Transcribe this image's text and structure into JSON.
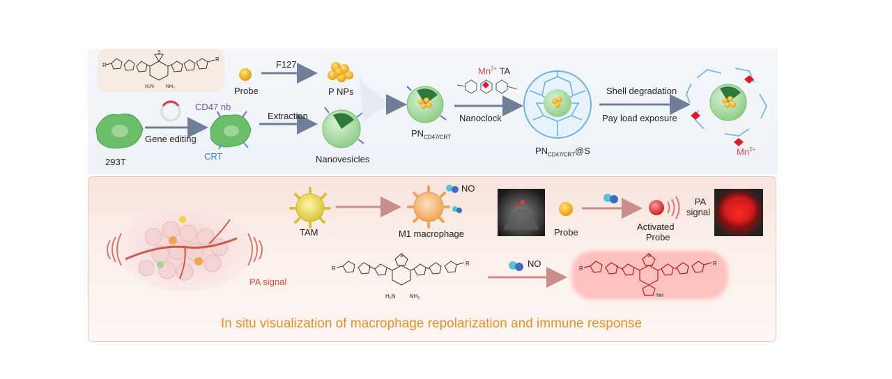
{
  "top": {
    "probe": "Probe",
    "f127": "F127",
    "p_nps": "P NPs",
    "cd47_nb": "CD47 nb",
    "extraction": "Extraction",
    "gene_editing": "Gene editing",
    "cell_293t": "293T",
    "crt": "CRT",
    "nanovesicles": "Nanovesicles",
    "pn_main": "PN",
    "pn_sub": "CD47/CRT",
    "mn": "Mn",
    "mn_sup": "2+",
    "ta": "TA",
    "nanoclock": "Nanoclock",
    "pns_main": "PN",
    "pns_sub": "CD47/CRT",
    "pns_tail": "@S",
    "shell_degradation": "Shell degradation",
    "payload_exposure": "Pay load exposure",
    "mn_out": "Mn",
    "mn_out_sup": "2+"
  },
  "bottom": {
    "pa_signal_left": "PA signal",
    "tam": "TAM",
    "m1_macrophage": "M1 macrophage",
    "no_top": "NO",
    "probe": "Probe",
    "activated_probe_1": "Activated",
    "activated_probe_2": "Probe",
    "pa_signal_right_1": "PA",
    "pa_signal_right_2": "signal",
    "no_mid": "NO",
    "caption": "In situ visualization of macrophage repolarization and immune response"
  },
  "chem": {
    "r": "R",
    "s": "S",
    "n": "N",
    "h2n": "H₂N",
    "nh2": "NH₂",
    "nh": "NH"
  },
  "colors": {
    "arrow": "#6f7f99",
    "arrow_red": "#c98e8a",
    "caption": "#e6902a",
    "label_purple": "#7a4fa0",
    "label_blue": "#3a79b8",
    "label_red": "#d24a4a",
    "cage": "#6fb0d8",
    "vesicle": "#9fd49a",
    "probe_gold": "#f0b21c",
    "cell_green": "#6bbf6a"
  }
}
